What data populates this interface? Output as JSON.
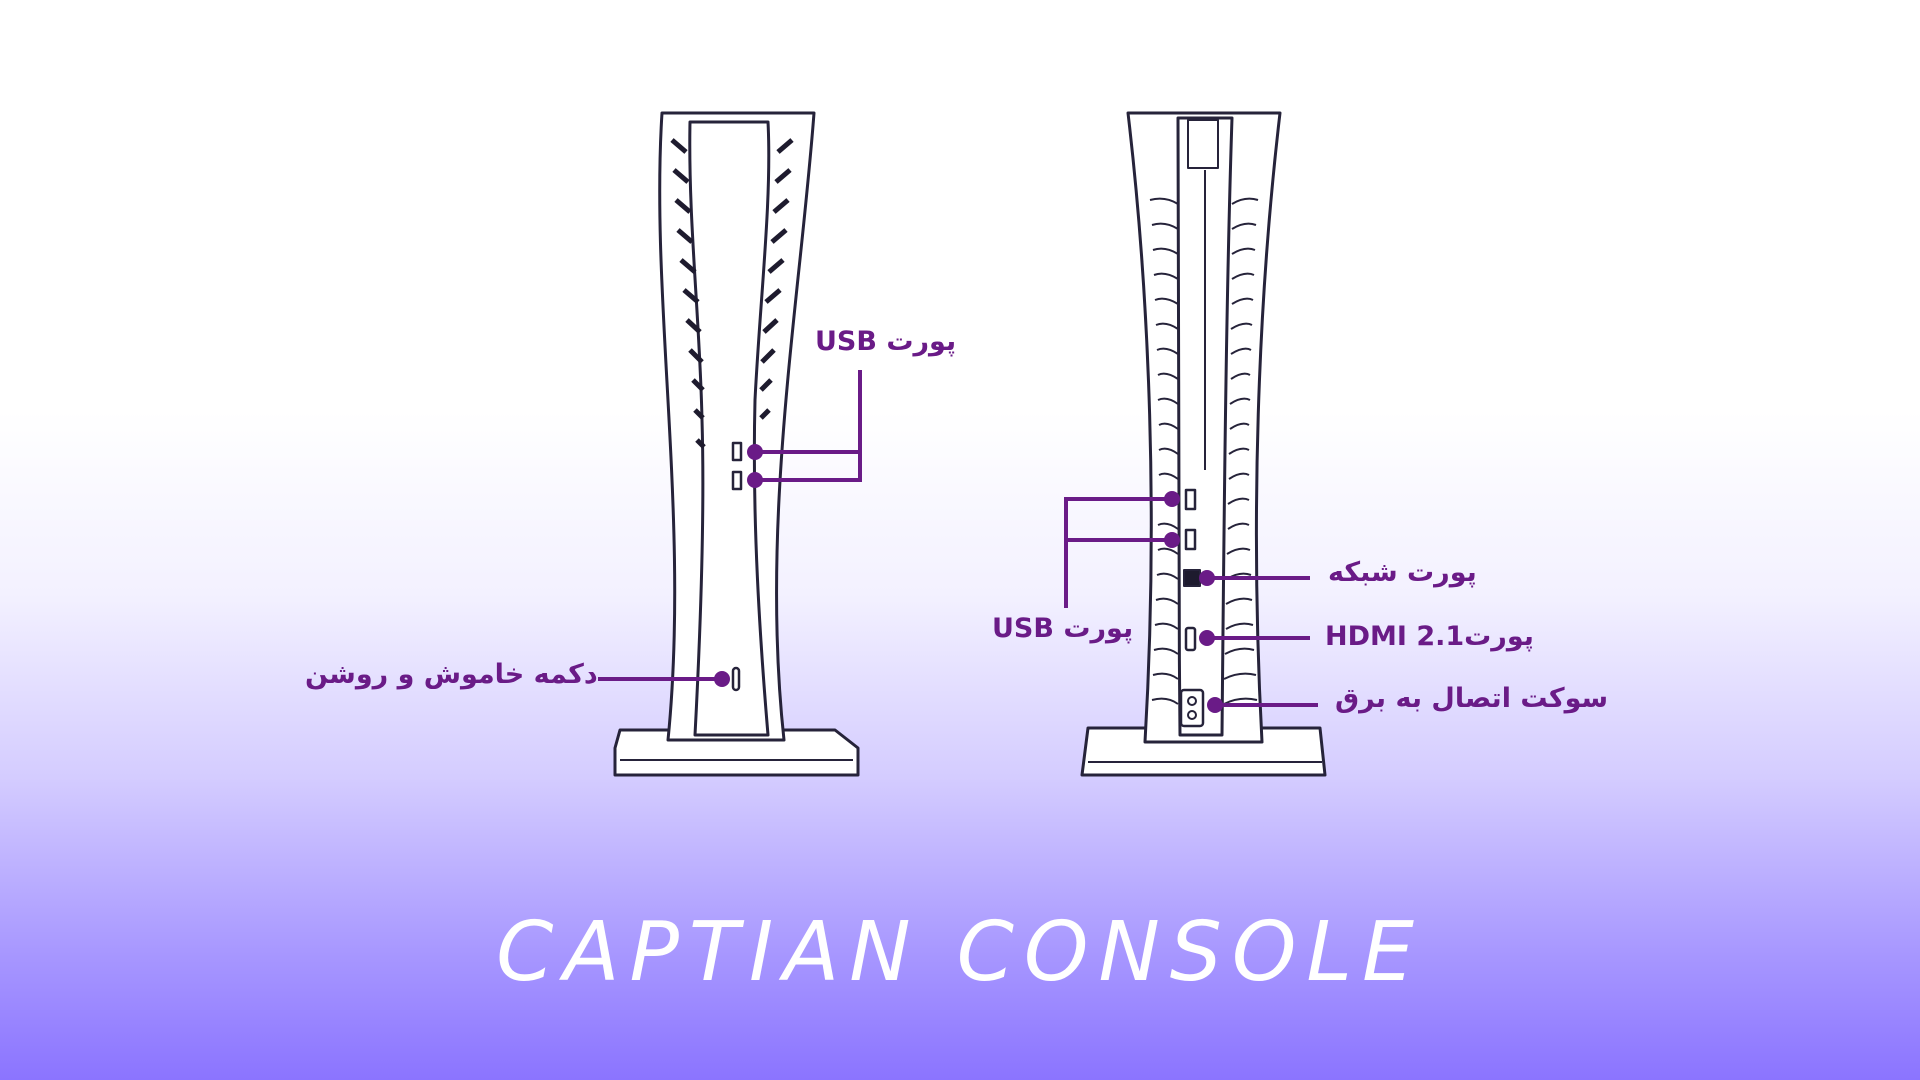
{
  "labels": {
    "front_usb": "پورت USB",
    "power_button": "دکمه خاموش و روشن",
    "back_usb": "پورت USB",
    "network_port": "پورت شبکه",
    "hdmi_port": "پورتHDMI 2.1",
    "power_socket": "سوکت اتصال به برق"
  },
  "brand": "CAPTIAN CONSOLE",
  "colors": {
    "accent": "#6a1b87",
    "outline": "#26233a",
    "gradient_bottom": "#8b74ff"
  }
}
